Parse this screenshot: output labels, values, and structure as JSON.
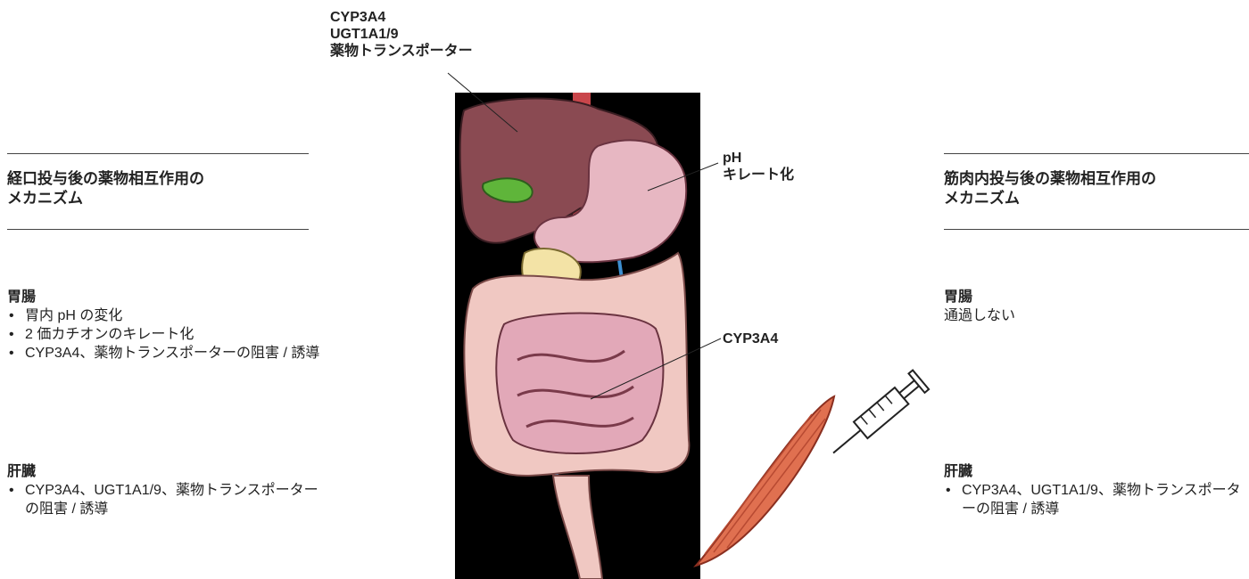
{
  "left": {
    "heading_line1": "経口投与後の薬物相互作用の",
    "heading_line2": "メカニズム",
    "gi_title": "胃腸",
    "gi_items": [
      "胃内 pH の変化",
      "2 価カチオンのキレート化",
      "CYP3A4、薬物トランスポーターの阻害 / 誘導"
    ],
    "liver_title": "肝臓",
    "liver_items": [
      "CYP3A4、UGT1A1/9、薬物トランスポーターの阻害 / 誘導"
    ]
  },
  "right": {
    "heading_line1": "筋肉内投与後の薬物相互作用の",
    "heading_line2": "メカニズム",
    "gi_title": "胃腸",
    "gi_text": "通過しない",
    "liver_title": "肝臓",
    "liver_items": [
      "CYP3A4、UGT1A1/9、薬物トランスポーターの阻害 / 誘導"
    ]
  },
  "labels": {
    "liver_line1": "CYP3A4",
    "liver_line2": "UGT1A1/9",
    "liver_line3": "薬物トランスポーター",
    "stomach_line1": "pH",
    "stomach_line2": "キレート化",
    "intestine": "CYP3A4"
  },
  "colors": {
    "panel_bg": "#000000",
    "liver": "#8a4a52",
    "stomach": "#e7b7c2",
    "intestine": "#e2a8b8",
    "colon": "#f0c8c2",
    "gallbladder": "#5fb53a",
    "aorta": "#d2503c",
    "vein": "#3d8fd0",
    "muscle": "#e07050"
  }
}
